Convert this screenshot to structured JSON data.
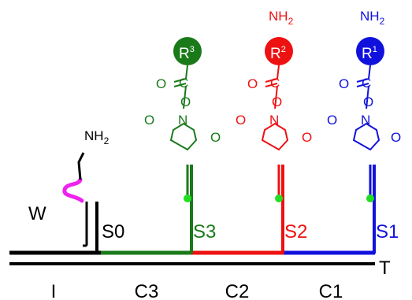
{
  "colors": {
    "black": "#000000",
    "green": "#1a7a1a",
    "red": "#ee1111",
    "blue": "#1111dd",
    "magenta": "#ee22ee",
    "node": "#22dd22"
  },
  "labels": {
    "I": "I",
    "C3": "C3",
    "C2": "C2",
    "C1": "C1",
    "T": "T",
    "S0": "S0",
    "S1": "S1",
    "S2": "S2",
    "S3": "S3",
    "W": "W"
  },
  "chem": {
    "nh": "NH",
    "sub2": "2",
    "o": "O",
    "n": "N",
    "c": "C",
    "eq": "="
  },
  "units": [
    {
      "key": "green",
      "r": "R",
      "sup": "3",
      "amine": false
    },
    {
      "key": "red",
      "r": "R",
      "sup": "2",
      "amine": true
    },
    {
      "key": "blue",
      "r": "R",
      "sup": "1",
      "amine": true
    }
  ]
}
